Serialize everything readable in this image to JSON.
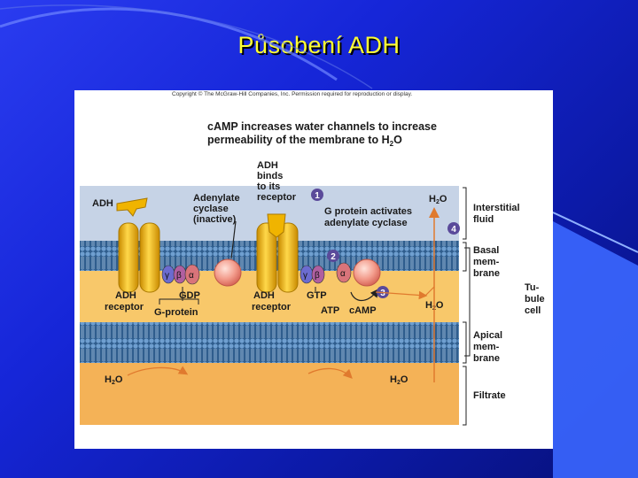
{
  "slide": {
    "title": "Působení ADH"
  },
  "figure": {
    "copyright": "Copyright © The McGraw-Hill Companies, Inc. Permission required for reproduction or display.",
    "heading_line1": "cAMP increases water channels to increase",
    "heading_line2_prefix": "permeability of the membrane to H",
    "heading_line2_sub": "2",
    "heading_line2_suffix": "O",
    "labels": {
      "adh": "ADH",
      "adenylate_cyclase": [
        "Adenylate",
        "cyclase",
        "(inactive)"
      ],
      "adh_binds": [
        "ADH",
        "binds",
        "to its",
        "receptor"
      ],
      "g_protein_activates": [
        "G protein activates",
        "adenylate cyclase"
      ],
      "adh_receptor_left": [
        "ADH",
        "receptor"
      ],
      "gdp": "GDP",
      "g_protein": "G-protein",
      "adh_receptor_right": [
        "ADH",
        "receptor"
      ],
      "gtp": "GTP",
      "atp": "ATP",
      "camp": "cAMP",
      "h2o_main": "H",
      "h2o_sub": "2",
      "h2o_tail": "O",
      "gamma": "γ",
      "beta": "β",
      "alpha": "α"
    },
    "steps": [
      "1",
      "2",
      "3",
      "4"
    ],
    "side_labels": {
      "interstitial": [
        "Interstitial",
        "fluid"
      ],
      "basal": [
        "Basal",
        "mem-",
        "brane"
      ],
      "tubule": [
        "Tu-",
        "bule",
        "cell"
      ],
      "apical": [
        "Apical",
        "mem-",
        "brane"
      ],
      "filtrate": "Filtrate"
    }
  },
  "colors": {
    "title": "#ffff33",
    "interstitial_fluid": "#c6d3e6",
    "membrane": "#3f6fa0",
    "cytoplasm": "#f8c86a",
    "filtrate": "#f4b257",
    "receptor": "#f0b400",
    "adenylate_cyclase": "#f39c8c",
    "arrow": "#e07a2e",
    "step_circle": "#5a4a9a"
  }
}
